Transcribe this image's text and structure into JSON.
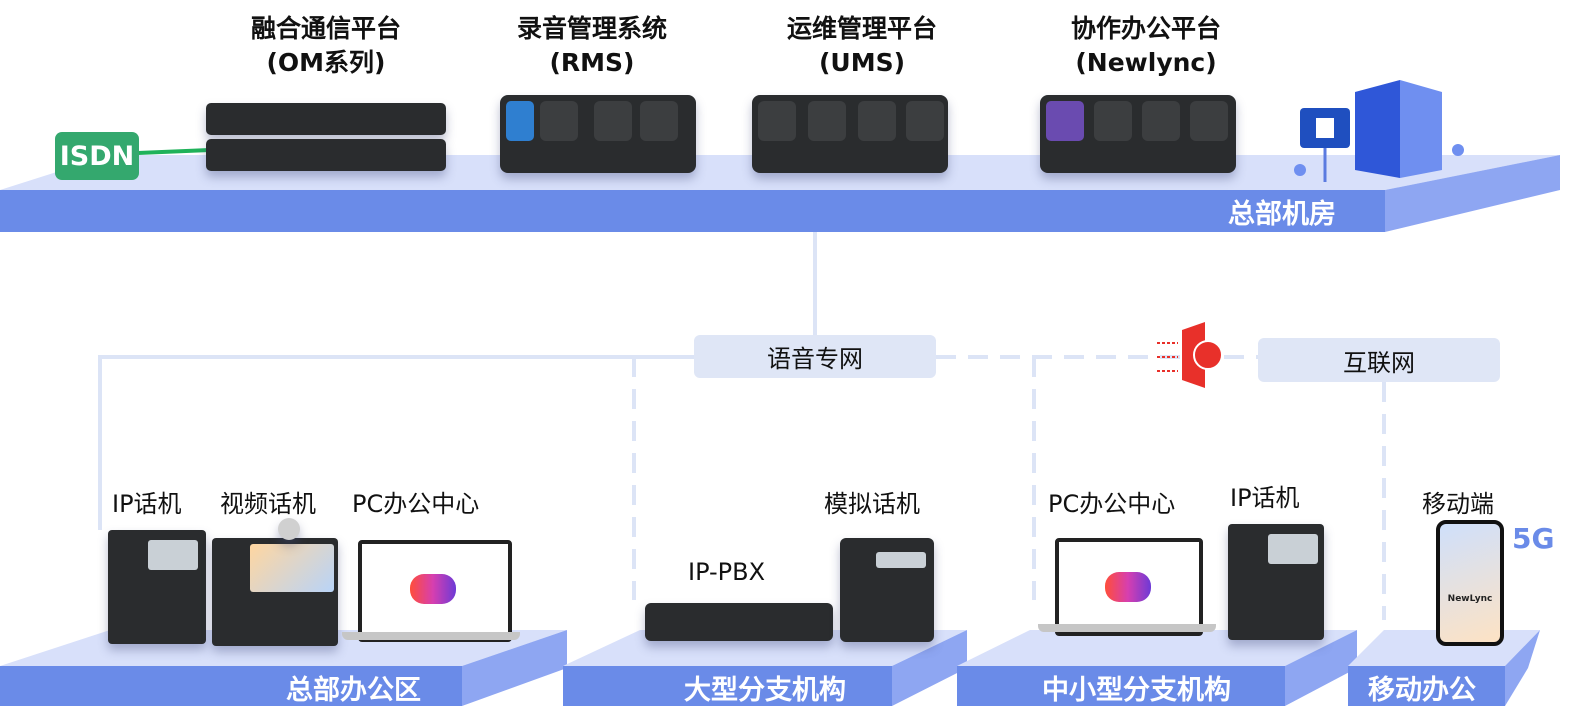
{
  "hq_room": {
    "label": "总部机房",
    "isdn": "ISDN",
    "platforms": [
      {
        "name": "融合通信平台",
        "sub": "(OM系列)"
      },
      {
        "name": "录音管理系统",
        "sub": "(RMS)"
      },
      {
        "name": "运维管理平台",
        "sub": "(UMS)"
      },
      {
        "name": "协作办公平台",
        "sub": "(Newlync)"
      }
    ]
  },
  "networks": {
    "voice": "语音专网",
    "internet": "互联网"
  },
  "sites": [
    {
      "label": "总部办公区",
      "devices": [
        "IP话机",
        "视频话机",
        "PC办公中心"
      ]
    },
    {
      "label": "大型分支机构",
      "devices": [
        "IP-PBX",
        "模拟话机"
      ]
    },
    {
      "label": "中小型分支机构",
      "devices": [
        "PC办公中心",
        "IP话机"
      ]
    },
    {
      "label": "移动办公",
      "devices": [
        "移动端"
      ]
    }
  ],
  "mobile": {
    "badge": "5G",
    "app_name": "NewLync"
  },
  "colors": {
    "platform_front": "#6a8be8",
    "platform_top": "#d8e0fa",
    "platform_side": "#8ea6f2",
    "isdn": "#34a86e",
    "line": "#dce4f6",
    "firewall": "#e8302a"
  }
}
